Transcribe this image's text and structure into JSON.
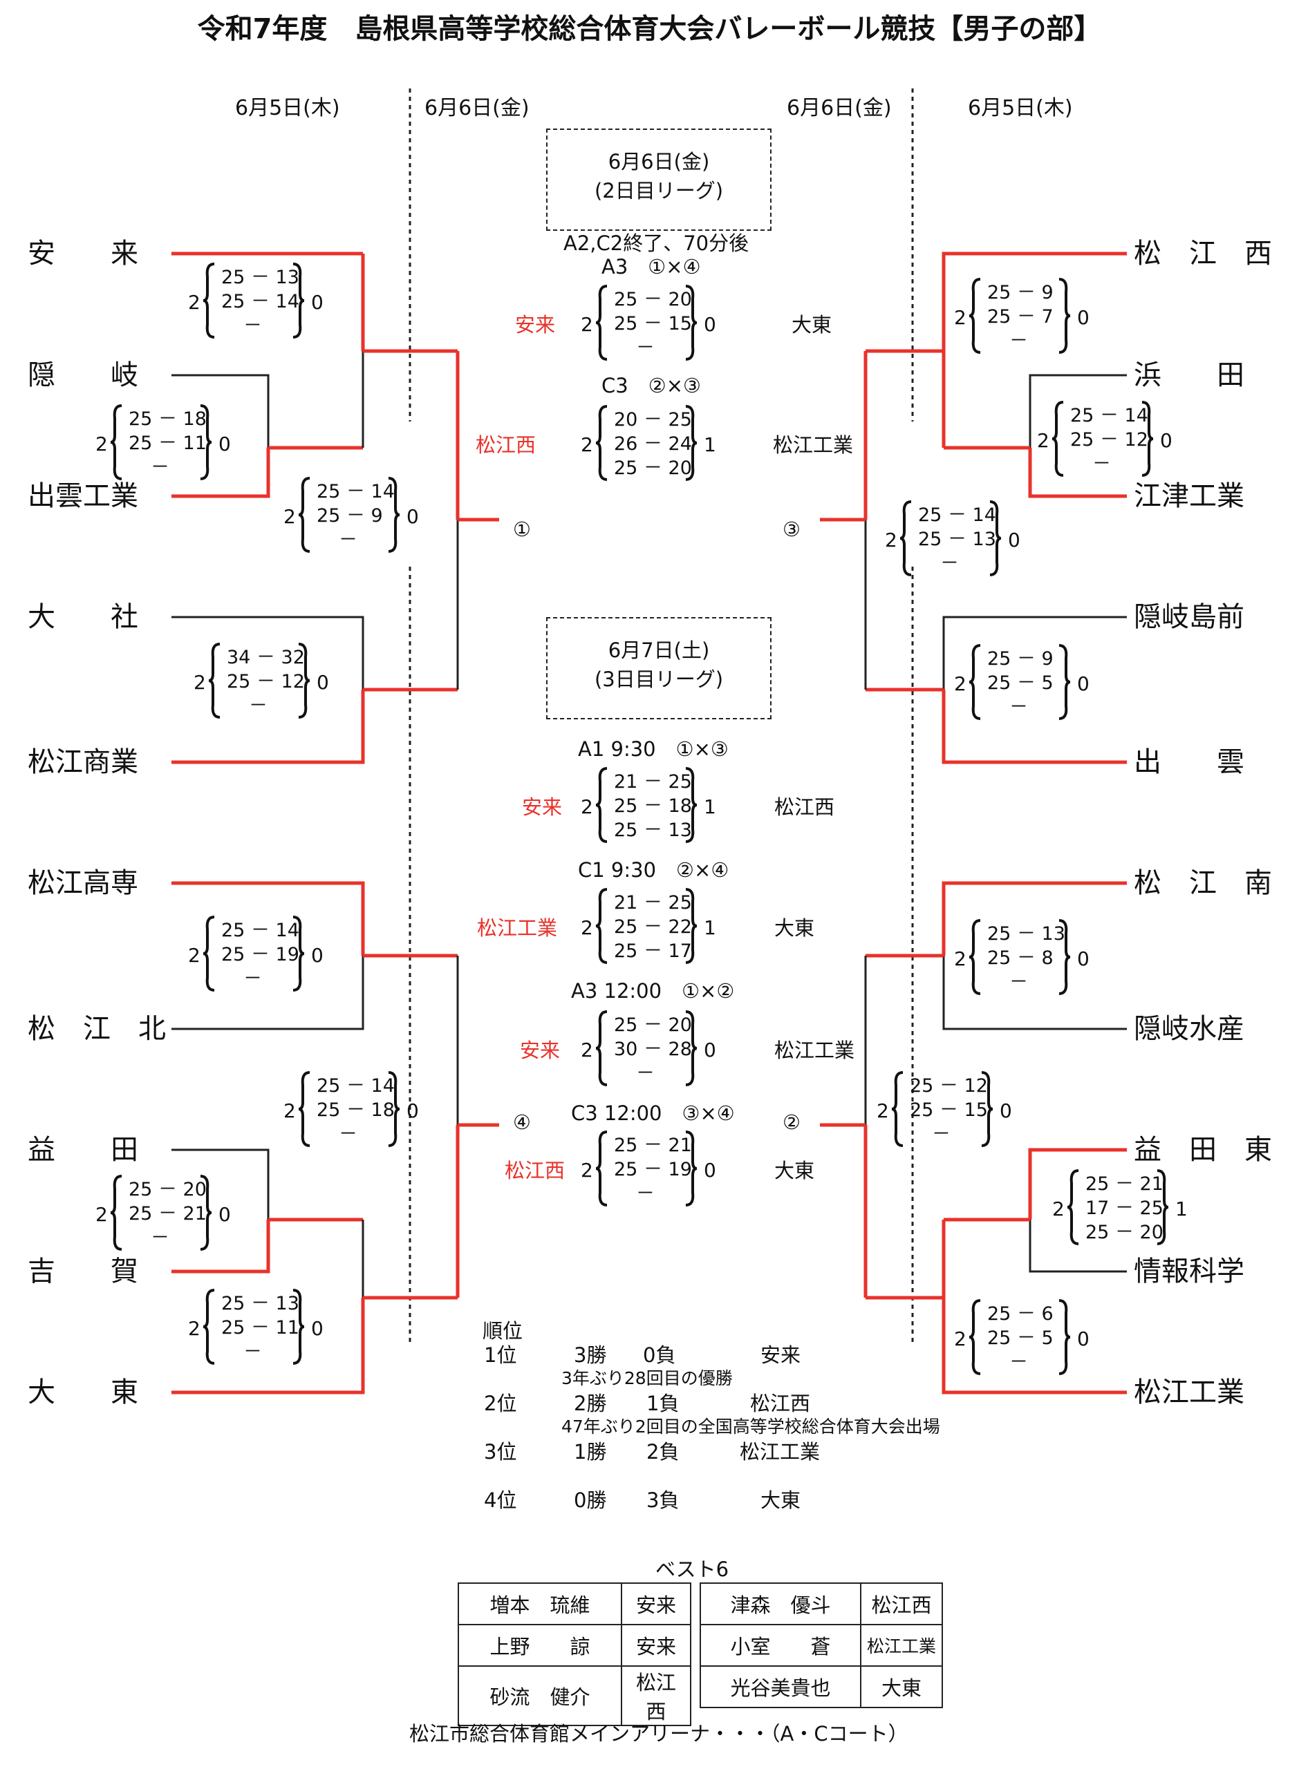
{
  "title": "令和7年度　島根県高等学校総合体育大会バレーボール競技【男子の部】",
  "dates": {
    "d5": "6月5日(木)",
    "d6": "6月6日(金)"
  },
  "teams_left": [
    "安　　来",
    "隠　　岐",
    "出雲工業",
    "大　　社",
    "松江商業",
    "松江高専",
    "松　江　北",
    "益　　田",
    "吉　　賀",
    "大　　東"
  ],
  "teams_right": [
    "松　江　西",
    "浜　　田",
    "江津工業",
    "隠岐島前",
    "出　　雲",
    "松　江　南",
    "隠岐水産",
    "益　田　東",
    "情報科学",
    "松江工業"
  ],
  "left_matches": [
    {
      "a": "2",
      "b": "0",
      "s1": "25 － 13",
      "s2": "25 － 14",
      "s3": "－"
    },
    {
      "a": "2",
      "b": "0",
      "s1": "25 － 18",
      "s2": "25 － 11",
      "s3": "－"
    },
    {
      "a": "2",
      "b": "0",
      "s1": "25 － 14",
      "s2": "25 －  9",
      "s3": "－"
    },
    {
      "a": "2",
      "b": "0",
      "s1": "34 － 32",
      "s2": "25 － 12",
      "s3": "－"
    },
    {
      "a": "2",
      "b": "0",
      "s1": "25 － 14",
      "s2": "25 － 19",
      "s3": "－"
    },
    {
      "a": "2",
      "b": "0",
      "s1": "25 － 14",
      "s2": "25 － 18",
      "s3": "－"
    },
    {
      "a": "2",
      "b": "0",
      "s1": "25 － 20",
      "s2": "25 － 21",
      "s3": "－"
    },
    {
      "a": "2",
      "b": "0",
      "s1": "25 － 13",
      "s2": "25 － 11",
      "s3": "－"
    }
  ],
  "right_matches": [
    {
      "a": "2",
      "b": "0",
      "s1": "25 －  9",
      "s2": "25 －  7",
      "s3": "－"
    },
    {
      "a": "2",
      "b": "0",
      "s1": "25 － 14",
      "s2": "25 － 12",
      "s3": "－"
    },
    {
      "a": "2",
      "b": "0",
      "s1": "25 － 14",
      "s2": "25 － 13",
      "s3": "－"
    },
    {
      "a": "2",
      "b": "0",
      "s1": "25 －  9",
      "s2": "25 －  5",
      "s3": "－"
    },
    {
      "a": "2",
      "b": "0",
      "s1": "25 － 13",
      "s2": "25 －  8",
      "s3": "－"
    },
    {
      "a": "2",
      "b": "0",
      "s1": "25 － 12",
      "s2": "25 － 15",
      "s3": "－"
    },
    {
      "a": "2",
      "b": "1",
      "s1": "25 － 21",
      "s2": "17 － 25",
      "s3": "25 － 20"
    },
    {
      "a": "2",
      "b": "0",
      "s1": "25 －  6",
      "s2": "25 －  5",
      "s3": "－"
    }
  ],
  "slots": {
    "s1": "①",
    "s2": "②",
    "s3": "③",
    "s4": "④"
  },
  "league2": {
    "box1": "6月6日(金)",
    "box2": "(2日目リーグ)",
    "note": "A2,C2終了、70分後",
    "m1_head": "A3　①×④",
    "m1": {
      "w": "安来",
      "a": "2",
      "b": "0",
      "l": "大東",
      "s1": "25 － 20",
      "s2": "25 － 15",
      "s3": "－"
    },
    "m2_head": "C3　②×③",
    "m2": {
      "w": "松江西",
      "a": "2",
      "b": "1",
      "l": "松江工業",
      "s1": "20 － 25",
      "s2": "26 － 24",
      "s3": "25 － 20"
    }
  },
  "league3": {
    "box1": "6月7日(土)",
    "box2": "(3日目リーグ)",
    "m1_head": "A1 9:30　①×③",
    "m1": {
      "w": "安来",
      "a": "2",
      "b": "1",
      "l": "松江西",
      "s1": "21 － 25",
      "s2": "25 － 18",
      "s3": "25 － 13"
    },
    "m2_head": "C1 9:30　②×④",
    "m2": {
      "w": "松江工業",
      "a": "2",
      "b": "1",
      "l": "大東",
      "s1": "21 － 25",
      "s2": "25 － 22",
      "s3": "25 － 17"
    },
    "m3_head": "A3 12:00　①×②",
    "m3": {
      "w": "安来",
      "a": "2",
      "b": "0",
      "l": "松江工業",
      "s1": "25 － 20",
      "s2": "30 － 28",
      "s3": "－"
    },
    "m4_head": "C3 12:00　③×④",
    "m4": {
      "w": "松江西",
      "a": "2",
      "b": "0",
      "l": "大東",
      "s1": "25 － 21",
      "s2": "25 － 19",
      "s3": "－"
    }
  },
  "ranking": {
    "label": "順位",
    "r1": {
      "pos": "1位",
      "w": "3勝",
      "l": "0負",
      "team": "安来",
      "note": "3年ぶり28回目の優勝"
    },
    "r2": {
      "pos": "2位",
      "w": "2勝",
      "l": "1負",
      "team": "松江西",
      "note": "47年ぶり2回目の全国高等学校総合体育大会出場"
    },
    "r3": {
      "pos": "3位",
      "w": "1勝",
      "l": "2負",
      "team": "松江工業"
    },
    "r4": {
      "pos": "4位",
      "w": "0勝",
      "l": "3負",
      "team": "大東"
    }
  },
  "best6": {
    "label": "ベスト6",
    "rows": [
      {
        "n1": "増本　琉維",
        "t1": "安来",
        "n2": "津森　優斗",
        "t2": "松江西"
      },
      {
        "n1": "上野　　諒",
        "t1": "安来",
        "n2": "小室　　蒼",
        "t2": "松江工業"
      },
      {
        "n1": "砂流　健介",
        "t1": "松江西",
        "n2": "光谷美貴也",
        "t2": "大東"
      }
    ]
  },
  "venue": "松江市総合体育館メインアリーナ・・・（A・Cコート）"
}
